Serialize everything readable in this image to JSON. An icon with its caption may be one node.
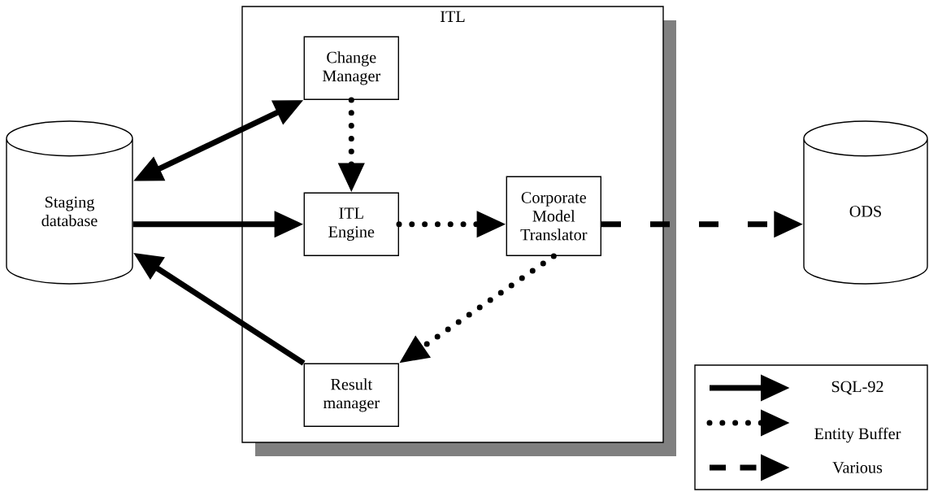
{
  "diagram": {
    "nodes": [
      {
        "text": [
          "ITL"
        ]
      },
      {
        "text": [
          "Change Manager"
        ],
        "in": 0
      },
      {
        "text": [
          "Staging database"
        ]
      },
      {
        "text": [
          "ITL Engine"
        ],
        "in": 0
      },
      {
        "text": [
          "Corporate Model Translator"
        ],
        "in": 0
      },
      {
        "text": [
          "ODS"
        ]
      },
      {
        "text": [
          "Result manager"
        ],
        "in": 0
      }
    ],
    "edges": [
      {
        "from": 2,
        "to": 1,
        "arrow": "both"
      },
      {
        "from": 1,
        "to": 3,
        "arrow": "to",
        "style": "dashed"
      },
      {
        "from": 2,
        "to": 3,
        "arrow": "to"
      },
      {
        "from": 3,
        "to": 4,
        "arrow": "to",
        "style": "dashed"
      },
      {
        "from": 4,
        "to": 5,
        "arrow": "to",
        "style": "dashed"
      },
      {
        "from": 4,
        "to": 6,
        "arrow": "to",
        "style": "dashed"
      },
      {
        "from": 6,
        "to": 2,
        "arrow": "to"
      }
    ],
    "legend": [
      {
        "text": "SQL-92"
      },
      {
        "text": "Entity Buffer"
      },
      {
        "text": "Various"
      }
    ]
  }
}
